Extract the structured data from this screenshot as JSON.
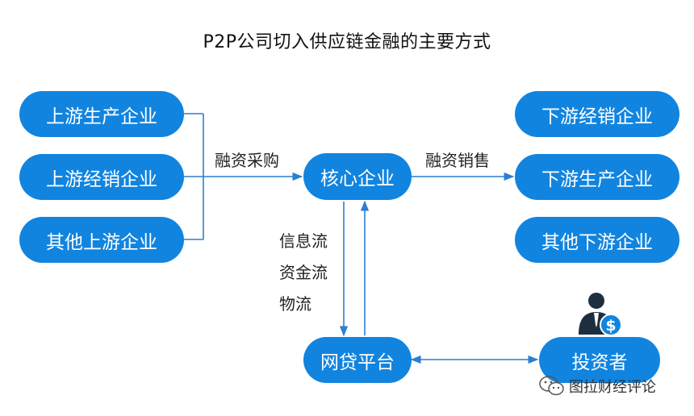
{
  "title": "P2P公司切入供应链金融的主要方式",
  "nodes": {
    "upstream": [
      "上游生产企业",
      "上游经销企业",
      "其他上游企业"
    ],
    "core": "核心企业",
    "downstream": [
      "下游经销企业",
      "下游生产企业",
      "其他下游企业"
    ],
    "platform": "网贷平台",
    "investor": "投资者"
  },
  "edge_labels": {
    "financing_purchase": "融资采购",
    "financing_sales": "融资销售",
    "info_flow": "信息流",
    "capital_flow": "资金流",
    "logistics": "物流"
  },
  "watermark": "图拉财经评论",
  "colors": {
    "node": "#1184df",
    "line": "#2b7fd0"
  }
}
